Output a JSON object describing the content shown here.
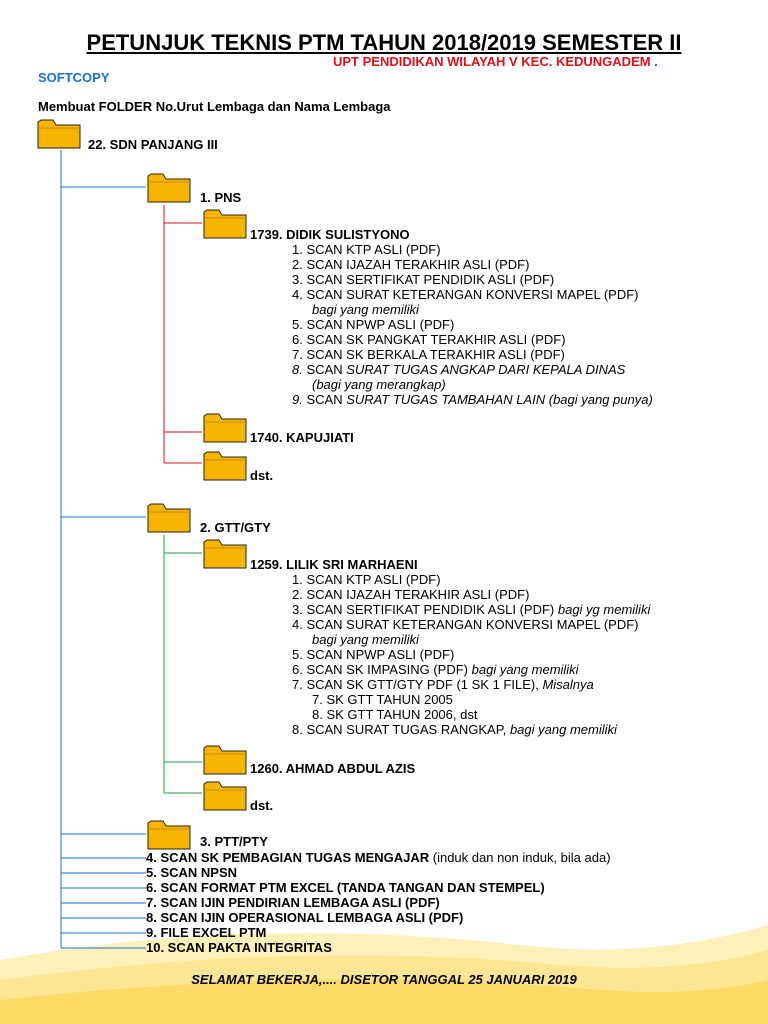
{
  "title": "PETUNJUK TEKNIS PTM TAHUN 2018/2019 SEMESTER II",
  "subtitle": "UPT PENDIDIKAN WILAYAH V KEC. KEDUNGADEM   .",
  "softcopy": "SOFTCOPY",
  "intro": "Membuat FOLDER No.Urut Lembaga dan Nama Lembaga",
  "root": "22. SDN PANJANG III",
  "pns": {
    "label": "1. PNS",
    "person1": "1739. DIDIK SULISTYONO",
    "items": [
      {
        "text": "1. SCAN KTP ASLI (PDF)",
        "italic": ""
      },
      {
        "text": "2. SCAN IJAZAH TERAKHIR ASLI (PDF)",
        "italic": ""
      },
      {
        "text": "3. SCAN SERTIFIKAT PENDIDIK ASLI (PDF)",
        "italic": ""
      },
      {
        "text": "4. SCAN SURAT KETERANGAN KONVERSI MAPEL (PDF)",
        "italic": ""
      },
      {
        "text": "",
        "italic": "bagi yang memiliki"
      },
      {
        "text": "5. SCAN NPWP ASLI (PDF)",
        "italic": ""
      },
      {
        "text": "6. SCAN SK PANGKAT TERAKHIR ASLI (PDF)",
        "italic": ""
      },
      {
        "text": "7. SCAN SK BERKALA TERAKHIR ASLI (PDF)",
        "italic": ""
      }
    ],
    "item8_num": "8.",
    "item8_scan": "SCAN",
    "item8_rest": "SURAT TUGAS ANGKAP DARI KEPALA DINAS",
    "item8_note": "(bagi yang merangkap)",
    "item9_num": "9.",
    "item9_scan": "SCAN",
    "item9_rest": "SURAT TUGAS TAMBAHAN LAIN",
    "item9_note": "(bagi yang punya)",
    "person2": "1740. KAPUJIATI",
    "dst": "dst."
  },
  "gtt": {
    "label": "2. GTT/GTY",
    "person1": "1259. LILIK SRI MARHAENI",
    "i1": "1. SCAN KTP ASLI (PDF)",
    "i2": "2. SCAN IJAZAH TERAKHIR ASLI (PDF)",
    "i3": "3. SCAN SERTIFIKAT PENDIDIK ASLI (PDF)",
    "i3_note": "bagi yg memiliki",
    "i4": "4. SCAN SURAT KETERANGAN KONVERSI MAPEL (PDF)",
    "i4_note": "bagi yang memiliki",
    "i5": "5. SCAN NPWP ASLI (PDF)",
    "i6": "6. SCAN SK IMPASING (PDF)",
    "i6_note": "bagi yang memiliki",
    "i7": "7. SCAN SK GTT/GTY PDF (1 SK 1 FILE),",
    "i7_note": "Misalnya",
    "i7a": "7. SK GTT TAHUN 2005",
    "i7b": "8. SK GTT TAHUN 2006, dst",
    "i8": "8. SCAN SURAT TUGAS RANGKAP,",
    "i8_note": "bagi yang memiliki",
    "person2": "1260. AHMAD ABDUL AZIS",
    "dst": "dst."
  },
  "ptt": {
    "label": "3. PTT/PTY"
  },
  "bottom_items": [
    {
      "bold": "4. SCAN SK PEMBAGIAN TUGAS MENGAJAR",
      "normal": " (induk dan non induk, bila ada)"
    },
    {
      "bold": "5. SCAN NPSN",
      "normal": ""
    },
    {
      "bold": "6. SCAN FORMAT PTM EXCEL (TANDA TANGAN DAN STEMPEL)",
      "normal": ""
    },
    {
      "bold": "7. SCAN IJIN PENDIRIAN LEMBAGA ASLI (PDF)",
      "normal": ""
    },
    {
      "bold": "8. SCAN IJIN OPERASIONAL LEMBAGA ASLI (PDF)",
      "normal": ""
    },
    {
      "bold": "9. FILE EXCEL PTM",
      "normal": ""
    },
    {
      "bold": "10. SCAN PAKTA INTEGRITAS",
      "normal": ""
    }
  ],
  "footer": "SELAMAT BEKERJA,.... DISETOR TANGGAL 25 JANUARI 2019",
  "colors": {
    "blue": "#1a6fd0",
    "red": "#e0101a",
    "green": "#1f9a3c",
    "folder": "#f7b500"
  }
}
